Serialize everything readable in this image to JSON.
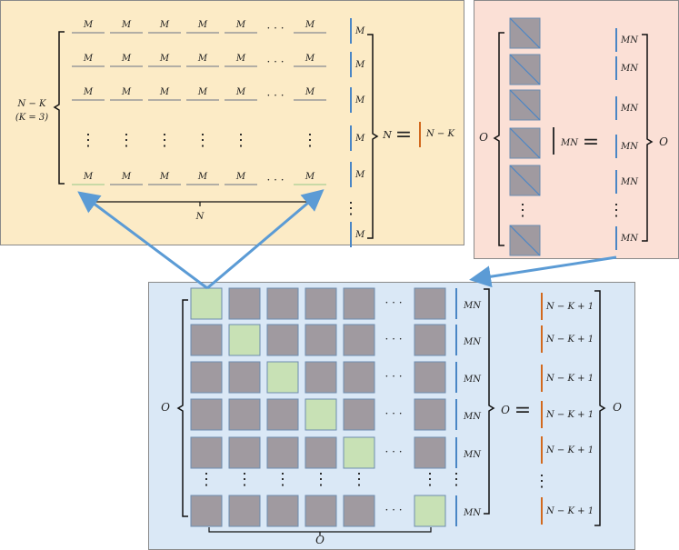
{
  "top_left": {
    "cell_label": "M",
    "row_label": "N − K",
    "row_label_note": "(K = 3)",
    "col_label": "N",
    "right_label": "N",
    "equals": "=",
    "right_vector_label": "N − K"
  },
  "top_right": {
    "left_label": "O",
    "mid_label": "MN",
    "equals": "=",
    "vector_label": "MN",
    "right_label": "O"
  },
  "bottom": {
    "left_label": "O",
    "bottom_label": "O",
    "column_label": "MN",
    "mid_label": "O",
    "equals": "=",
    "vector_label": "N − K + 1",
    "right_label": "O"
  },
  "dots": {
    "h": "· · ·",
    "v": "⋮"
  },
  "colors": {
    "top_left_bg": "#fcebc6",
    "top_right_bg": "#fbe0d6",
    "bottom_bg": "#dae8f6",
    "gray_block": "#a09aa0",
    "green_block": "#c8e1b5",
    "arrow": "#5b9bd5",
    "blue_bar": "#4a86c5",
    "orange_bar": "#d2691e"
  }
}
